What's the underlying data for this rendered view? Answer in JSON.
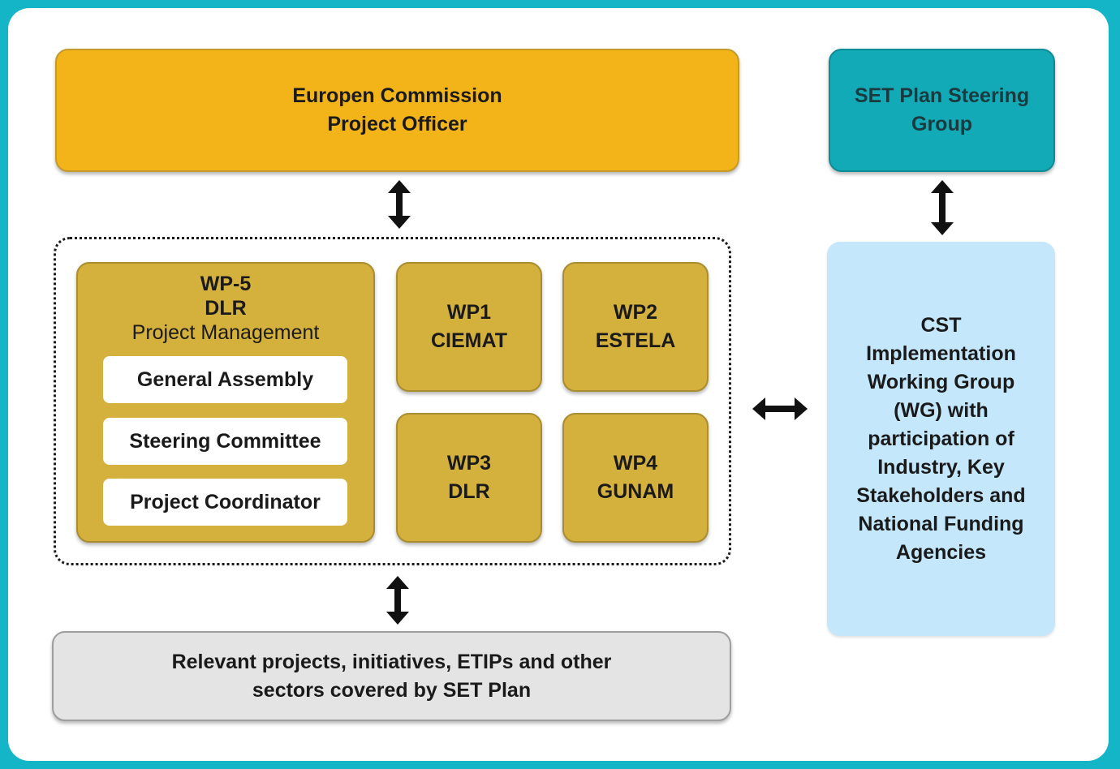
{
  "european_commission": {
    "line1": "Europen Commission",
    "line2": "Project Officer"
  },
  "set_plan_group": {
    "line1": "SET Plan Steering",
    "line2": "Group"
  },
  "wp5": {
    "code": "WP-5",
    "lead": "DLR",
    "subtitle": "Project Management",
    "bodies": [
      "General Assembly",
      "Steering Committee",
      "Project Coordinator"
    ]
  },
  "work_packages": [
    {
      "code": "WP1",
      "lead": "CIEMAT"
    },
    {
      "code": "WP2",
      "lead": "ESTELA"
    },
    {
      "code": "WP3",
      "lead": "DLR"
    },
    {
      "code": "WP4",
      "lead": "GUNAM"
    }
  ],
  "cst_group": {
    "lines": [
      "CST",
      "Implementation",
      "Working Group",
      "(WG) with",
      "participation of",
      "Industry, Key",
      "Stakeholders and",
      "National Funding",
      "Agencies"
    ]
  },
  "relevant_projects": {
    "line1": "Relevant projects, initiatives, ETIPs and other",
    "line2": "sectors covered by SET Plan"
  },
  "colors": {
    "frame": "#13b5c6",
    "commission": "#f3b41a",
    "steering_group": "#13aab8",
    "work_package": "#d4b03c",
    "cst_group": "#c4e7fc",
    "relevant_projects": "#e4e4e4"
  }
}
